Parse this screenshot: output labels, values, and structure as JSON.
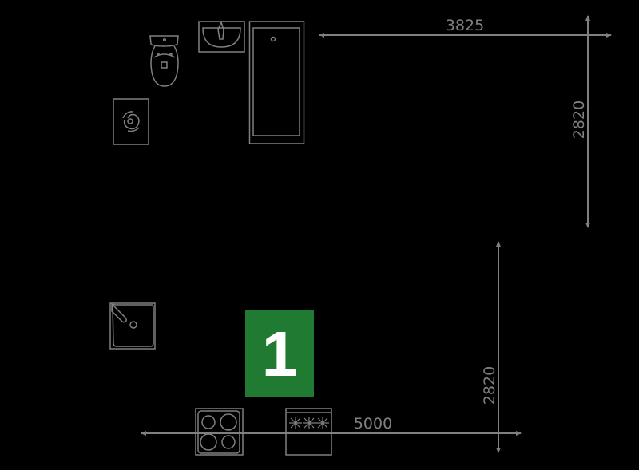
{
  "colors": {
    "background": "#000000",
    "line": "#808080",
    "room_label_bg": "#217a32",
    "room_label_text": "#ffffff"
  },
  "dimensions": {
    "top_width": "3825",
    "right_upper_height": "2820",
    "right_lower_height": "2820",
    "bottom_width": "5000"
  },
  "room": {
    "number": "1"
  },
  "fixtures": [
    {
      "name": "toilet",
      "icon": "toilet-icon"
    },
    {
      "name": "washbasin",
      "icon": "washbasin-icon"
    },
    {
      "name": "bathtub",
      "icon": "bathtub-icon"
    },
    {
      "name": "washing-machine",
      "icon": "washing-machine-icon"
    },
    {
      "name": "shower-tray",
      "icon": "shower-tray-icon"
    },
    {
      "name": "cooktop",
      "icon": "cooktop-icon"
    },
    {
      "name": "kitchen-unit",
      "icon": "kitchen-unit-icon"
    }
  ]
}
